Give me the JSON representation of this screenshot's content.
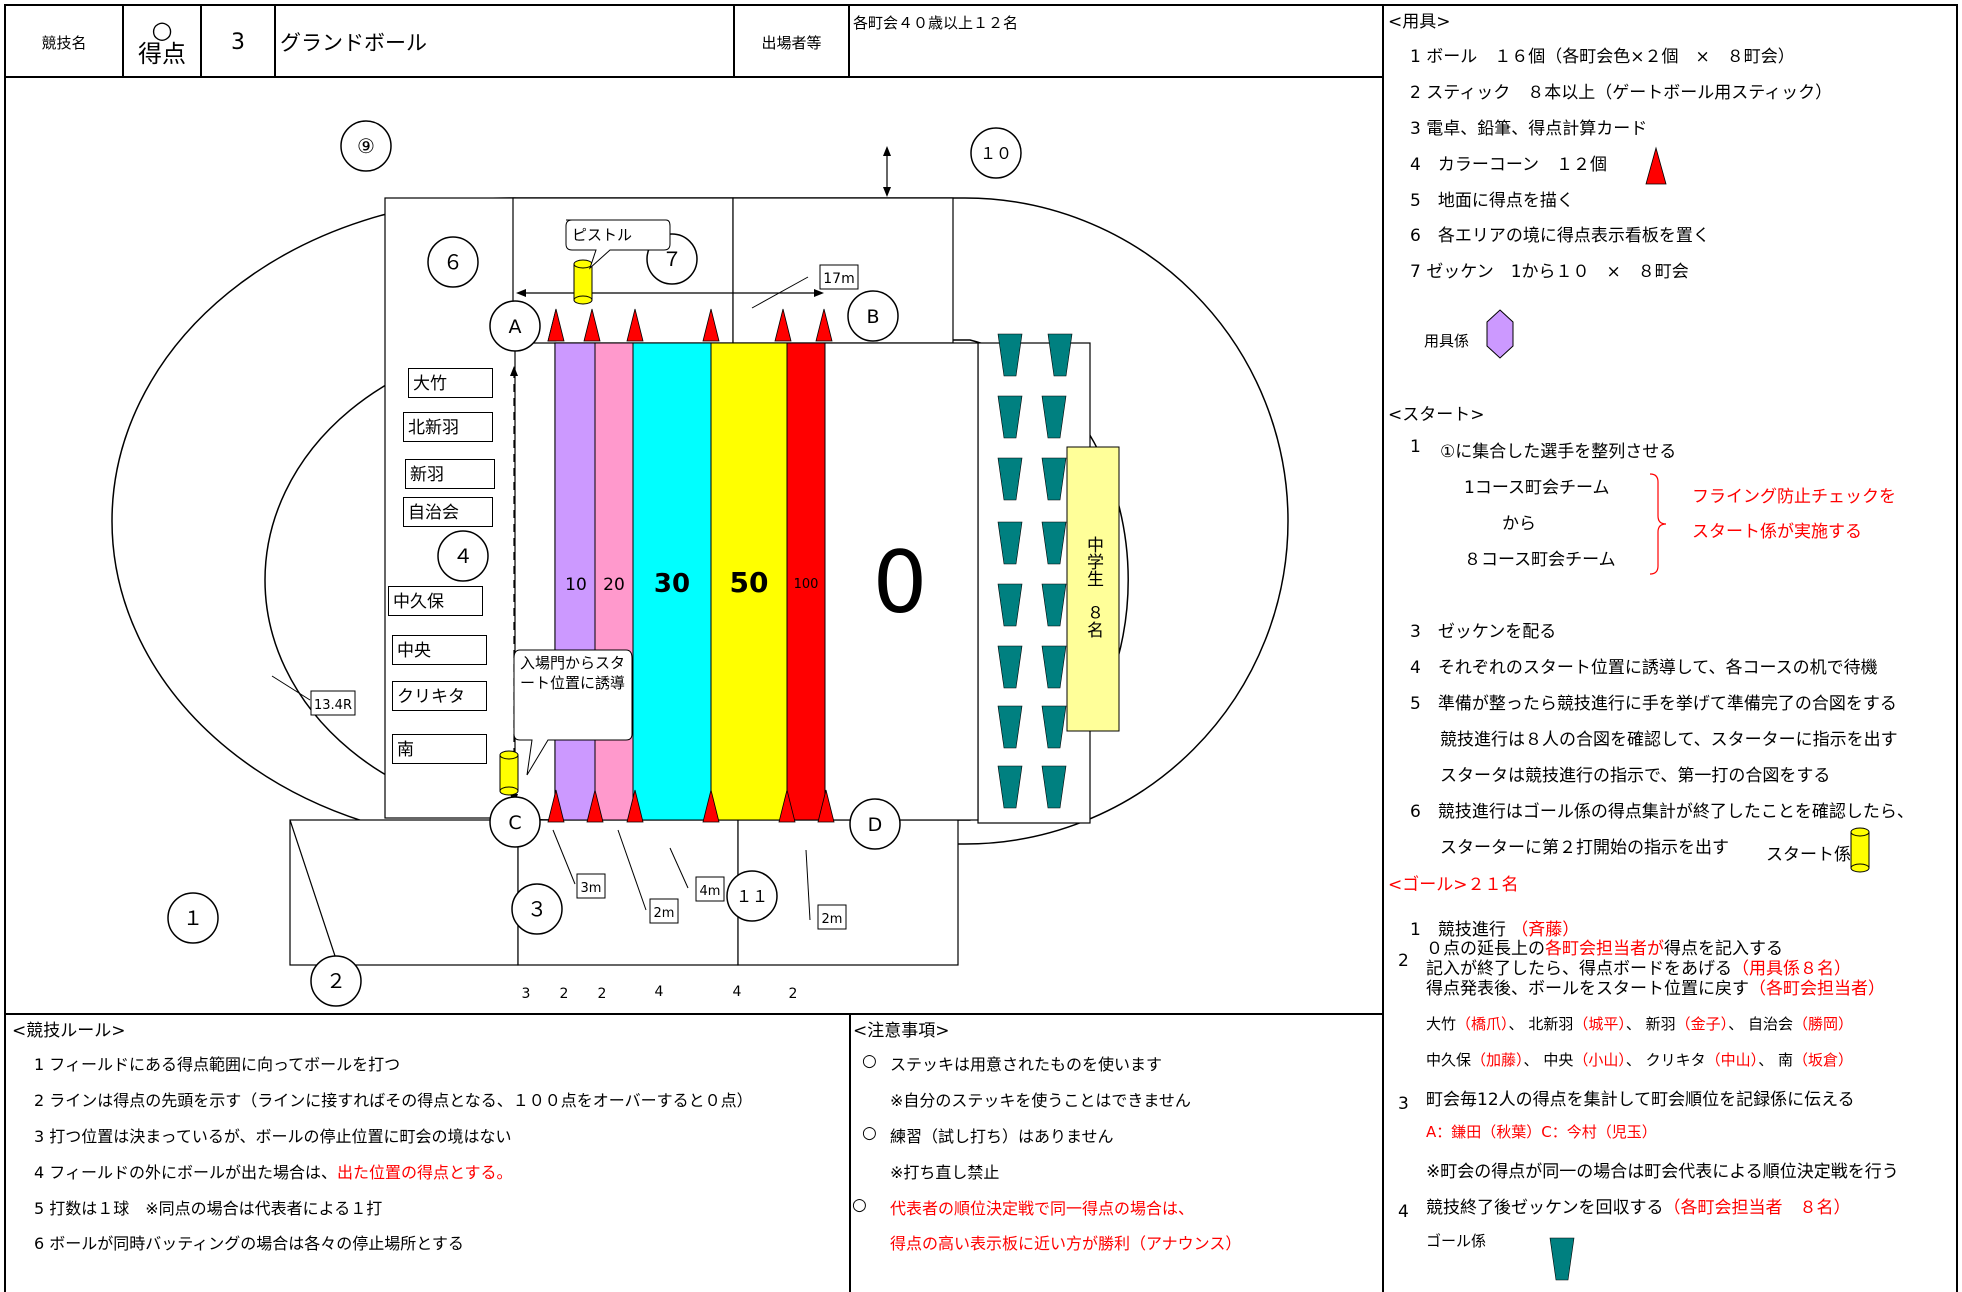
{
  "header": {
    "event_label": "競技名",
    "mark": "○",
    "mark_sub": "得点",
    "number": "3",
    "event_name": "グランドボール",
    "participants_label": "出場者等",
    "participants_value": "各町会４０歳以上１２名"
  },
  "field": {
    "circles": [
      "⑨",
      "１０",
      "６",
      "７",
      "４",
      "１",
      "２",
      "３",
      "１１"
    ],
    "points": [
      "A",
      "B",
      "C",
      "D"
    ],
    "pistol_label": "ピストル",
    "entrance_label": "入場門からスタート位置に誘導",
    "zones": [
      "10",
      "20",
      "30",
      "50",
      "100",
      "0"
    ],
    "measure_17m": "17m",
    "measure_13r": "13.4R",
    "measure_3m": "3m",
    "measure_2m_a": "2m",
    "measure_4m": "4m",
    "measure_2m_b": "2m",
    "bottom_widths": [
      "3",
      "2",
      "2",
      "4",
      "4",
      "2"
    ],
    "towns": [
      "大竹",
      "北新羽",
      "新羽",
      "自治会",
      "中久保",
      "中央",
      "クリキタ",
      "南"
    ],
    "students": "中学生　８名",
    "colors": {
      "purple": "#cc99ff",
      "pink": "#ff99cc",
      "cyan": "#00ffff",
      "yellow": "#ffff00",
      "red": "#ff0000",
      "teal": "#008080",
      "cylinder": "#ffff00",
      "student_box": "#ffff99"
    }
  },
  "equipment": {
    "heading": "<用具>",
    "items": [
      "1 ボール　１６個（各町会色×２個　×　８町会）",
      "2 スティック　８本以上（ゲートボール用スティック）",
      "3 電卓、鉛筆、得点計算カード",
      "4　カラーコーン　１２個",
      "5　地面に得点を描く",
      "6　各エリアの境に得点表示看板を置く",
      "7 ゼッケン　1から１０　×　８町会"
    ],
    "staff": "用具係"
  },
  "start": {
    "heading": "<スタート>",
    "s1_num": "1",
    "s1": "①に集合した選手を整列させる",
    "team_first": "1コース町会チーム",
    "team_from": "から",
    "team_last": "８コース町会チーム",
    "flying_1": "フライング防止チェックを",
    "flying_2": "スタート係が実施する",
    "s3": "3　ゼッケンを配る",
    "s4": "4　それぞれのスタート位置に誘導して、各コースの机で待機",
    "s5": "5　準備が整ったら競技進行に手を挙げて準備完了の合図をする",
    "s5b": "競技進行は８人の合図を確認して、スターターに指示を出す",
    "s5c": "スタータは競技進行の指示で、第一打の合図をする",
    "s6": "6　競技進行はゴール係の得点集計が終了したことを確認したら、",
    "s6b": "スターターに第２打開始の指示を出す",
    "staff": "スタート係"
  },
  "goal": {
    "heading": "<ゴール>",
    "count": "２１名",
    "g1_label": "1　競技進行",
    "g1_name": "（斉藤）",
    "g2_num": "2",
    "g2_a1": "０点の延長上の",
    "g2_a2": "各町会担当者が",
    "g2_a3": "得点を記入する",
    "g2_b1": "記入が終了したら、得点ボードをあげる",
    "g2_b2": "（用具係８名）",
    "g2_c1": "得点発表後、ボールをスタート位置に戻す",
    "g2_c2": "（各町会担当者）",
    "assign1": [
      {
        "town": "大竹",
        "person": "（橋爪）",
        "sep": "、"
      },
      {
        "town": "北新羽",
        "person": "（城平）",
        "sep": "、"
      },
      {
        "town": "新羽",
        "person": "（金子）",
        "sep": "、"
      },
      {
        "town": "自治会",
        "person": "（勝岡）",
        "sep": ""
      }
    ],
    "assign2": [
      {
        "town": "中久保",
        "person": "（加藤）",
        "sep": "、"
      },
      {
        "town": "中央",
        "person": "（小山）",
        "sep": "、"
      },
      {
        "town": "クリキタ",
        "person": "（中山）",
        "sep": "、"
      },
      {
        "town": "南",
        "person": "（坂倉）",
        "sep": ""
      }
    ],
    "g3_num": "3",
    "g3": "町会毎12人の得点を集計して町会順位を記録係に伝える",
    "g3_red": "A：鎌田（秋葉）C：今村（児玉）",
    "g3_note": "※町会の得点が同一の場合は町会代表による順位決定戦を行う",
    "g4_num": "4",
    "g4": "競技終了後ゼッケンを回収する",
    "g4_red": "（各町会担当者　８名）",
    "staff": "ゴール係"
  },
  "rules": {
    "heading": "<競技ルール>",
    "r1": "1 フィールドにある得点範囲に向ってボールを打つ",
    "r2": "2 ラインは得点の先頭を示す（ラインに接すればその得点となる、１００点をオーバーすると０点）",
    "r3": "3 打つ位置は決まっているが、ボールの停止位置に町会の境はない",
    "r4": "4 フィールドの外にボールが出た場合は、",
    "r4_red": "出た位置の得点とする。",
    "r5": "5 打数は１球　※同点の場合は代表者による１打",
    "r6": "6 ボールが同時バッティングの場合は各々の停止場所とする"
  },
  "notes": {
    "heading": "<注意事項>",
    "n1": "ステッキは用意されたものを使います",
    "n1b": "※自分のステッキを使うことはできません",
    "n2": "練習（試し打ち）はありません",
    "n2b": "※打ち直し禁止",
    "n3": "代表者の順位決定戦で同一得点の場合は、",
    "n3b": "得点の高い表示板に近い方が勝利（アナウンス）",
    "bullet": "○"
  }
}
